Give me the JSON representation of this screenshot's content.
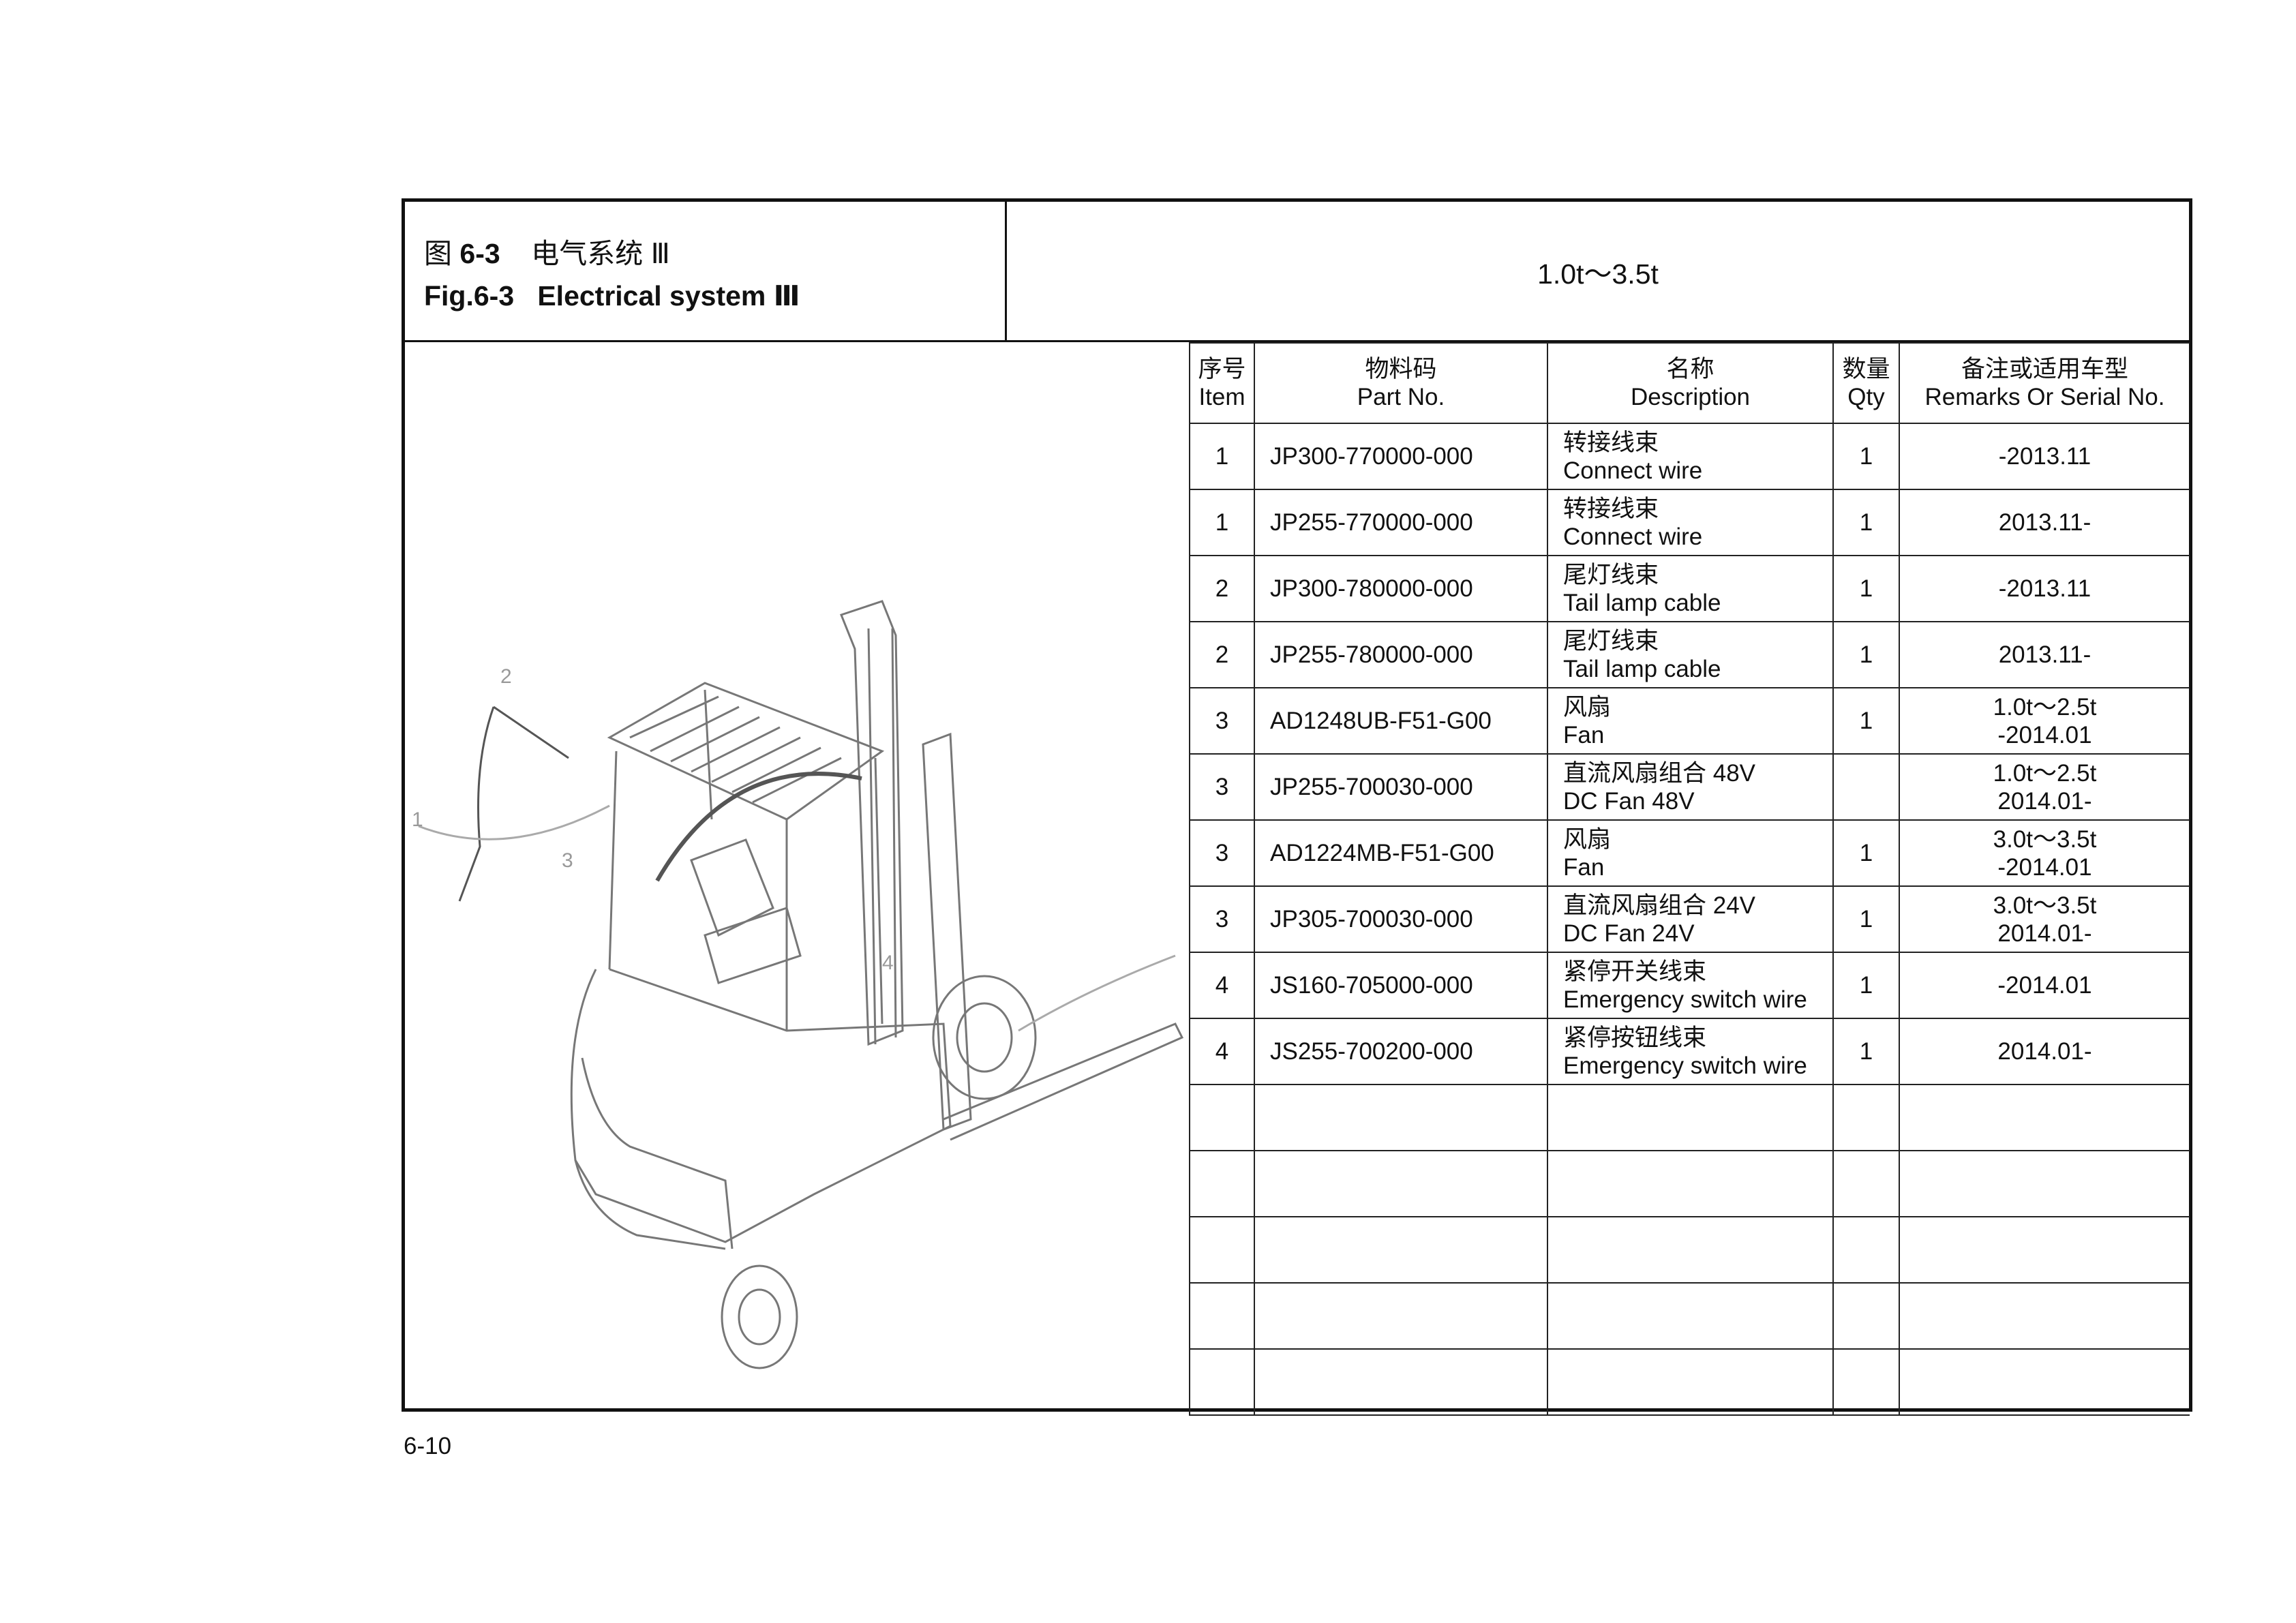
{
  "header": {
    "cn_prefix": "图",
    "fig_no": "6-3",
    "cn_title": "电气系统 Ⅲ",
    "en_fig": "Fig.6-3",
    "en_title": "Electrical system Ⅲ",
    "model_range": "1.0t～3.5t"
  },
  "columns": {
    "item_cn": "序号",
    "item_en": "Item",
    "part_cn": "物料码",
    "part_en": "Part No.",
    "desc_cn": "名称",
    "desc_en": "Description",
    "qty_cn": "数量",
    "qty_en": "Qty",
    "rem_cn": "备注或适用车型",
    "rem_en": "Remarks Or Serial No."
  },
  "rows": [
    {
      "item": "1",
      "part": "JP300-770000-000",
      "cn": "转接线束",
      "en": "Connect wire",
      "qty": "1",
      "r1": "-2013.11",
      "r2": ""
    },
    {
      "item": "1",
      "part": "JP255-770000-000",
      "cn": "转接线束",
      "en": "Connect wire",
      "qty": "1",
      "r1": "2013.11-",
      "r2": ""
    },
    {
      "item": "2",
      "part": "JP300-780000-000",
      "cn": "尾灯线束",
      "en": "Tail lamp cable",
      "qty": "1",
      "r1": "-2013.11",
      "r2": ""
    },
    {
      "item": "2",
      "part": "JP255-780000-000",
      "cn": "尾灯线束",
      "en": "Tail lamp cable",
      "qty": "1",
      "r1": "2013.11-",
      "r2": ""
    },
    {
      "item": "3",
      "part": "AD1248UB-F51-G00",
      "cn": "风扇",
      "en": "Fan",
      "qty": "1",
      "r1": "1.0t～2.5t",
      "r2": "-2014.01"
    },
    {
      "item": "3",
      "part": "JP255-700030-000",
      "cn": "直流风扇组合  48V",
      "en": "DC Fan 48V",
      "qty": "",
      "r1": "1.0t～2.5t",
      "r2": "2014.01-"
    },
    {
      "item": "3",
      "part": "AD1224MB-F51-G00",
      "cn": "风扇",
      "en": "Fan",
      "qty": "1",
      "r1": "3.0t～3.5t",
      "r2": "-2014.01"
    },
    {
      "item": "3",
      "part": "JP305-700030-000",
      "cn": "直流风扇组合  24V",
      "en": "DC Fan 24V",
      "qty": "1",
      "r1": "3.0t～3.5t",
      "r2": "2014.01-"
    },
    {
      "item": "4",
      "part": "JS160-705000-000",
      "cn": "紧停开关线束",
      "en": "Emergency switch wire",
      "qty": "1",
      "r1": "-2014.01",
      "r2": ""
    },
    {
      "item": "4",
      "part": "JS255-700200-000",
      "cn": "紧停按钮线束",
      "en": "Emergency switch wire",
      "qty": "1",
      "r1": "2014.01-",
      "r2": ""
    }
  ],
  "empty_rows": 5,
  "drawing_labels": [
    "1",
    "2",
    "3",
    "4"
  ],
  "page_number": "6-10"
}
